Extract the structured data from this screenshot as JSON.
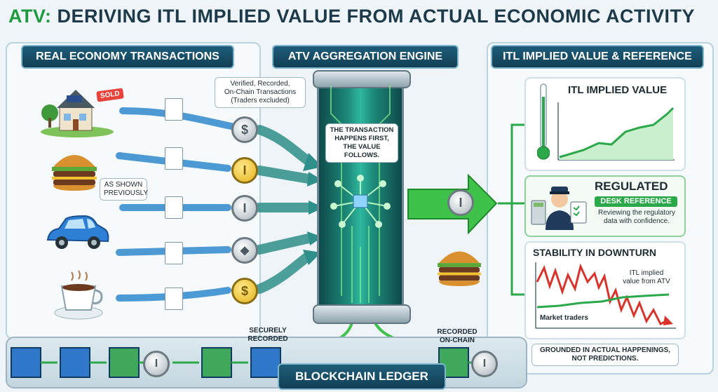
{
  "title": {
    "prefix": "ATV:",
    "main": "DERIVING ITL IMPLIED VALUE FROM ACTUAL ECONOMIC ACTIVITY"
  },
  "sections": {
    "left": "REAL ECONOMY TRANSACTIONS",
    "middle": "ATV AGGREGATION ENGINE",
    "right": "ITL IMPLIED VALUE & REFERENCE"
  },
  "callouts": {
    "verified": [
      "Verified, Recorded,",
      "On-Chain Transactions",
      "(Traders excluded)"
    ],
    "as_shown": [
      "AS SHOWN",
      "PREVIOUSLY"
    ],
    "engine": [
      "THE TRANSACTION",
      "HAPPENS FIRST,",
      "THE VALUE FOLLOWS."
    ]
  },
  "transactions": [
    {
      "item": "house-icon",
      "badge": "SOLD",
      "coin": "$"
    },
    {
      "item": "burger-icon",
      "coin": "I"
    },
    {
      "item": "car-icon",
      "coin": "I"
    },
    {
      "item": "cup-icon",
      "coin": "ETH"
    },
    {
      "item": "coffee-icon",
      "coin": "$"
    }
  ],
  "ledger": {
    "label": "BLOCKCHAIN LEDGER",
    "left_note": [
      "SECURELY",
      "RECORDED"
    ],
    "right_note": [
      "RECORDED",
      "ON-CHAIN"
    ]
  },
  "cards": {
    "implied": {
      "title": "ITL IMPLIED VALUE"
    },
    "regulated": {
      "title": "REGULATED",
      "subtitle": "DESK REFERENCE",
      "desc": [
        "Reviewing the regulatory",
        "data with confidence."
      ]
    },
    "stability": {
      "title": "STABILITY IN DOWNTURN",
      "atv_label": [
        "ITL implied",
        "value from ATV"
      ],
      "traders_label": "Market traders"
    }
  },
  "footer_note": [
    "GROUNDED IN ACTUAL HAPPENINGS,",
    "NOT PREDICTIONS."
  ],
  "colors": {
    "green": "#2aa84a",
    "navy": "#163f55",
    "blue": "#2e7fd6",
    "red": "#d9332b"
  }
}
